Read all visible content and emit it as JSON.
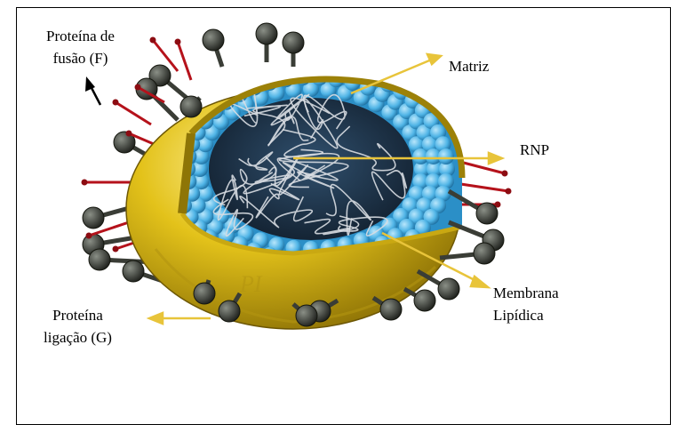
{
  "labels": {
    "fusion_protein_line1": "Proteína de",
    "fusion_protein_line2": "fusão (F)",
    "matrix": "Matriz",
    "rnp": "RNP",
    "membrane_line1": "Membrana",
    "membrane_line2": "Lipídica",
    "binding_protein_line1": "Proteína",
    "binding_protein_line2": "ligação (G)"
  },
  "colors": {
    "envelope": "#e3c21a",
    "envelope_dark": "#a68a06",
    "matrix_beads": "#4fb4e6",
    "core": "#1d3149",
    "rnp_strands": "#d8dde2",
    "glycoprotein_g": "#3a3d36",
    "glycoprotein_f": "#b5121b",
    "pointer_arrows": "#e8c43a"
  }
}
